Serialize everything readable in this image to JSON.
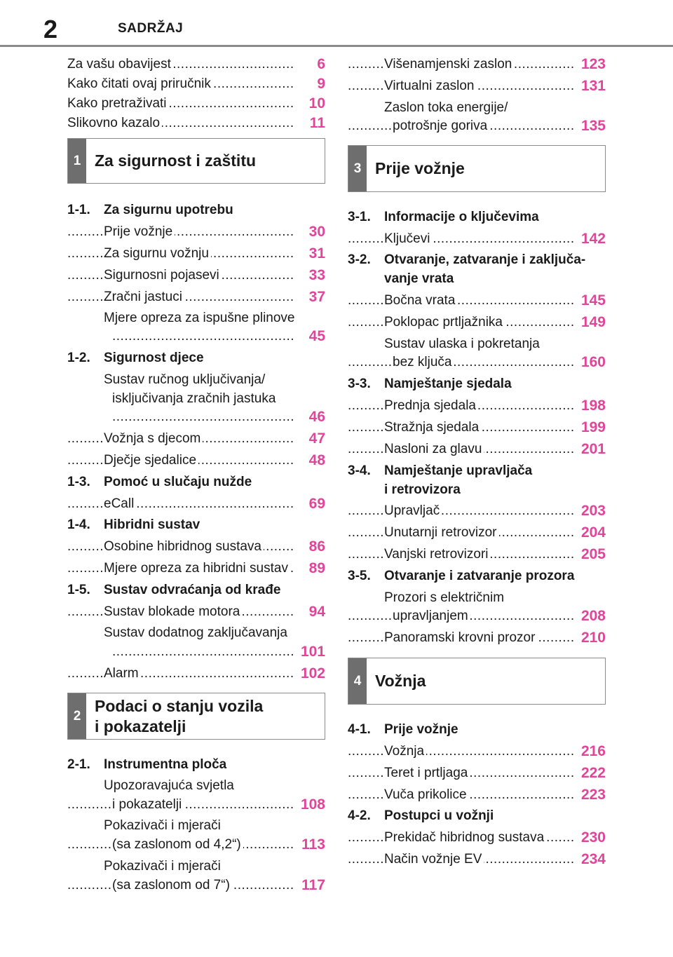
{
  "header": {
    "page_number": "2",
    "title": "SADRŽAJ"
  },
  "left_column": {
    "intro": [
      {
        "text": "Za vašu obavijest",
        "page": "6"
      },
      {
        "text": "Kako čitati ovaj priručnik",
        "page": "9"
      },
      {
        "text": "Kako pretraživati",
        "page": "10"
      },
      {
        "text": "Slikovno kazalo",
        "page": "11"
      }
    ],
    "section1": {
      "tab": "1",
      "title": "Za sigurnost i zaštitu",
      "s1_1": {
        "num": "1-1.",
        "title": "Za sigurnu upotrebu"
      },
      "e_30": {
        "text": "Prije vožnje",
        "page": "30"
      },
      "e_31": {
        "text": "Za sigurnu vožnju",
        "page": "31"
      },
      "e_33": {
        "text": "Sigurnosni pojasevi",
        "page": "33"
      },
      "e_37": {
        "text": "Zračni jastuci",
        "page": "37"
      },
      "e_45_line1": "Mjere opreza za ispušne plinove",
      "e_45": {
        "text": "",
        "page": "45"
      },
      "s1_2": {
        "num": "1-2.",
        "title": "Sigurnost djece"
      },
      "e_46_line1": "Sustav ručnog uključivanja/",
      "e_46_line2": "isključivanja zračnih jastuka",
      "e_46": {
        "text": "",
        "page": "46"
      },
      "e_47": {
        "text": "Vožnja s djecom",
        "page": "47"
      },
      "e_48": {
        "text": "Dječje sjedalice",
        "page": "48"
      },
      "s1_3": {
        "num": "1-3.",
        "title": "Pomoć u slučaju nužde"
      },
      "e_69": {
        "text": "eCall",
        "page": "69"
      },
      "s1_4": {
        "num": "1-4.",
        "title": "Hibridni sustav"
      },
      "e_86": {
        "text": "Osobine hibridnog sustava",
        "page": "86"
      },
      "e_89": {
        "text": "Mjere opreza za hibridni sustav",
        "page": "89"
      },
      "s1_5": {
        "num": "1-5.",
        "title": "Sustav odvraćanja od krađe"
      },
      "e_94": {
        "text": "Sustav blokade motora",
        "page": "94"
      },
      "e_101_line1": "Sustav dodatnog zaključavanja",
      "e_101": {
        "text": "",
        "page": "101"
      },
      "e_102": {
        "text": "Alarm",
        "page": "102"
      }
    },
    "section2": {
      "tab": "2",
      "title_line1": "Podaci o stanju vozila",
      "title_line2": "i pokazatelji",
      "s2_1": {
        "num": "2-1.",
        "title": "Instrumentna ploča"
      },
      "e_108_line1": "Upozoravajuća svjetla",
      "e_108": {
        "text": "i pokazatelji",
        "page": "108"
      },
      "e_113_line1": "Pokazivači i mjerači",
      "e_113": {
        "text": "(sa zaslonom od 4,2“)",
        "page": "113"
      },
      "e_117_line1": "Pokazivači i mjerači",
      "e_117": {
        "text": "(sa zaslonom od 7“)",
        "page": "117"
      }
    }
  },
  "right_column": {
    "cont": {
      "e_123": {
        "text": "Višenamjenski zaslon",
        "page": "123"
      },
      "e_131": {
        "text": "Virtualni zaslon",
        "page": "131"
      },
      "e_135_line1": "Zaslon toka energije/",
      "e_135": {
        "text": "potrošnje goriva",
        "page": "135"
      }
    },
    "section3": {
      "tab": "3",
      "title": "Prije vožnje",
      "s3_1": {
        "num": "3-1.",
        "title": "Informacije o ključevima"
      },
      "e_142": {
        "text": "Ključevi",
        "page": "142"
      },
      "s3_2": {
        "num": "3-2.",
        "title": "Otvaranje, zatvaranje i zaključa-",
        "title2": "vanje vrata"
      },
      "e_145": {
        "text": "Bočna vrata",
        "page": "145"
      },
      "e_149": {
        "text": "Poklopac prtljažnika",
        "page": "149"
      },
      "e_160_line1": "Sustav ulaska i pokretanja",
      "e_160": {
        "text": "bez ključa ",
        "page": "160"
      },
      "s3_3": {
        "num": "3-3.",
        "title": "Namještanje sjedala"
      },
      "e_198": {
        "text": "Prednja sjedala",
        "page": "198"
      },
      "e_199": {
        "text": "Stražnja sjedala",
        "page": "199"
      },
      "e_201": {
        "text": "Nasloni za glavu",
        "page": "201"
      },
      "s3_4": {
        "num": "3-4.",
        "title": "Namještanje upravljača",
        "title2": "i retrovizora"
      },
      "e_203": {
        "text": "Upravljač",
        "page": "203"
      },
      "e_204": {
        "text": "Unutarnji retrovizor",
        "page": "204"
      },
      "e_205": {
        "text": "Vanjski retrovizori",
        "page": "205"
      },
      "s3_5": {
        "num": "3-5.",
        "title": "Otvaranje i zatvaranje prozora"
      },
      "e_208_line1": "Prozori s električnim",
      "e_208": {
        "text": "upravljanjem",
        "page": "208"
      },
      "e_210": {
        "text": "Panoramski krovni prozor",
        "page": "210"
      }
    },
    "section4": {
      "tab": "4",
      "title": "Vožnja",
      "s4_1": {
        "num": "4-1.",
        "title": "Prije vožnje"
      },
      "e_216": {
        "text": "Vožnja",
        "page": "216"
      },
      "e_222": {
        "text": "Teret i prtljaga",
        "page": "222"
      },
      "e_223": {
        "text": "Vuča prikolice",
        "page": "223"
      },
      "s4_2": {
        "num": "4-2.",
        "title": "Postupci u vožnji"
      },
      "e_230": {
        "text": "Prekidač hibridnog sustava",
        "page": "230"
      },
      "e_234": {
        "text": "Način vožnje EV",
        "page": "234"
      }
    }
  }
}
